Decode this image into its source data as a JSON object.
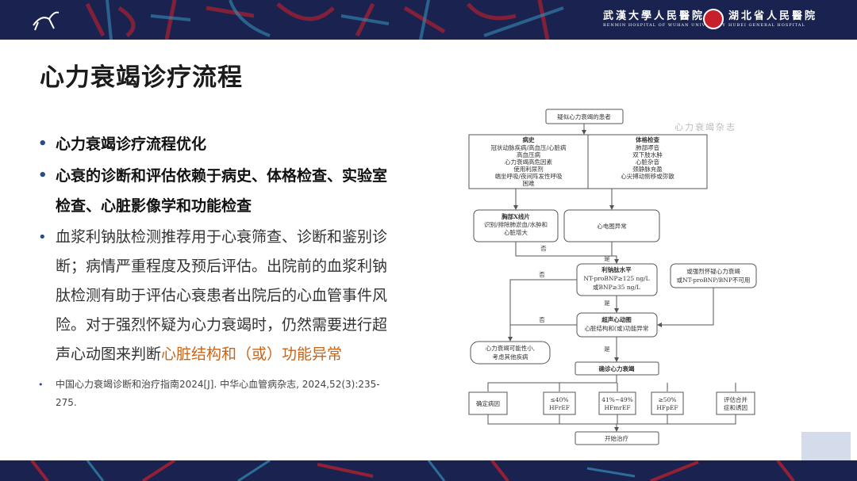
{
  "header": {
    "hospital1_cn": "武漢大學人民醫院",
    "hospital1_en": "RENMIN HOSPITAL OF WUHAN UNIVERSITY",
    "hospital2_cn": "湖北省人民醫院",
    "hospital2_en": "HUBEI GENERAL HOSPITAL"
  },
  "title": "心力衰竭诊疗流程",
  "bullets": {
    "b1": "心力衰竭诊疗流程优化",
    "b2": "心衰的诊断和评估依赖于病史、体格检查、实验室检查、心脏影像学和功能检查",
    "b3_normal": "血浆利钠肽检测推荐用于心衰筛查、诊断和鉴别诊断；病情严重程度及预后评估。出院前的血浆利钠肽检测有助于评估心衰患者出院后的心血管事件风险。对于强烈怀疑为心力衰竭时，仍然需要进行超声心动图来判断",
    "b3_highlight": "心脏结构和（或）功能异常",
    "ref": "中国心力衰竭诊断和治疗指南2024[J]. 中华心血管病杂志, 2024,52(3):235-275."
  },
  "flowchart": {
    "suspect": "疑似心力衰竭的患者",
    "history_title": "病史",
    "history_items": [
      "冠状动脉疾病/高血压/心脏病",
      "高血压病",
      "心力衰竭高危因素",
      "使用利尿剂",
      "端坐呼吸/夜间阵发性呼吸",
      "困难"
    ],
    "exam_title": "体格检查",
    "exam_items": [
      "肺部啰音",
      "双下肢水肿",
      "心脏杂音",
      "颈静脉充盈",
      "心尖搏动侧移或弥散"
    ],
    "xray_title": "胸部X线片",
    "xray_items": [
      "识别/排除肺淤血/水肿和",
      "心脏增大"
    ],
    "ecg": "心电图异常",
    "no1": "否",
    "yes1": "是",
    "np_title": "利钠肽水平",
    "np_items": [
      "NT-proBNP≥125 ng/L",
      "或BNP≥35 ng/L"
    ],
    "np_alt": [
      "或强烈怀疑心力衰竭",
      "或NT-proBNP/BNP不可用"
    ],
    "no2": "否",
    "yes2": "是",
    "echo_title": "超声心动图",
    "echo_sub": "心脏结构和(或)功能异常",
    "no3": "否",
    "yes3": "是",
    "unlikely": [
      "心力衰竭可能性小,",
      "考虑其他疾病"
    ],
    "diagnose": "确诊心力衰竭",
    "cause": "确定病因",
    "hfref": [
      "≤40%",
      "HFrEF"
    ],
    "hfmref": [
      "41%~49%",
      "HFmrEF"
    ],
    "hfpef": [
      "≥50%",
      "HFpEF"
    ],
    "comorb": [
      "评估合并",
      "症和诱因"
    ],
    "treat": "开始治疗"
  },
  "watermark": "心力衰竭杂志",
  "colors": {
    "banner": "#1a2350",
    "highlight": "#c8651a",
    "bullet_dot": "#2a4a8a"
  }
}
